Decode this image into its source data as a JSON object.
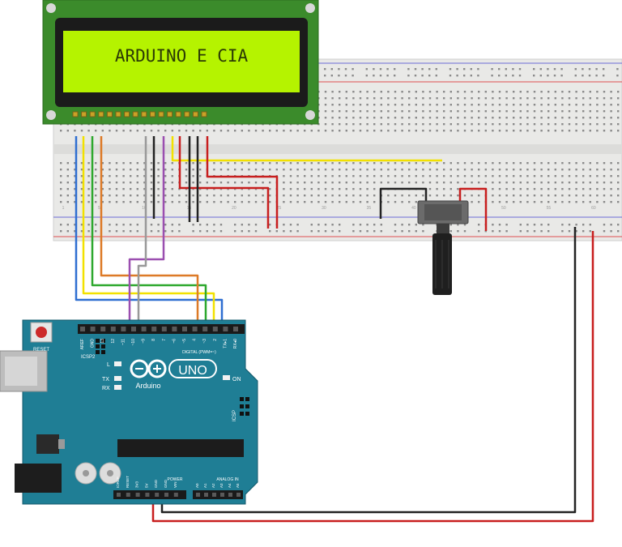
{
  "lcd": {
    "text": "ARDUINO E CIA"
  },
  "breadboard": {
    "column_numbers": [
      "1",
      "5",
      "10",
      "15",
      "20",
      "25",
      "30",
      "35",
      "40",
      "45",
      "50",
      "55",
      "60"
    ]
  },
  "arduino": {
    "reset_label": "RESET",
    "icsp2_label": "ICSP2",
    "icsp_label": "ICSP",
    "logo_text": "UNO",
    "brand": "Arduino",
    "led_l": "L",
    "led_tx": "TX",
    "led_rx": "RX",
    "on_label": "ON",
    "digital_label": "DIGITAL (PWM=~)",
    "power_label": "POWER",
    "analog_label": "ANALOG IN",
    "digital_pins": [
      "AREF",
      "GND",
      "13",
      "12",
      "~11",
      "~10",
      "~9",
      "8",
      "7",
      "~6",
      "~5",
      "4",
      "~3",
      "2",
      "TX▸1",
      "RX◂0"
    ],
    "power_pins": [
      "IOREF",
      "RESET",
      "3V3",
      "5V",
      "GND",
      "GND",
      "VIN"
    ],
    "analog_pins": [
      "A0",
      "A1",
      "A2",
      "A3",
      "A4",
      "A5"
    ]
  },
  "colors": {
    "board": "#1f7e95",
    "lcd_pcb": "#3b8b2b",
    "lcd_screen": "#b5f300",
    "wire_red": "#c81e1e",
    "wire_black": "#222222",
    "wire_blue": "#2f6fd1",
    "wire_yellow": "#f2e100",
    "wire_green": "#2ea82e",
    "wire_orange": "#dd7a27",
    "wire_gray": "#999999",
    "wire_purple": "#9b4fb0"
  }
}
